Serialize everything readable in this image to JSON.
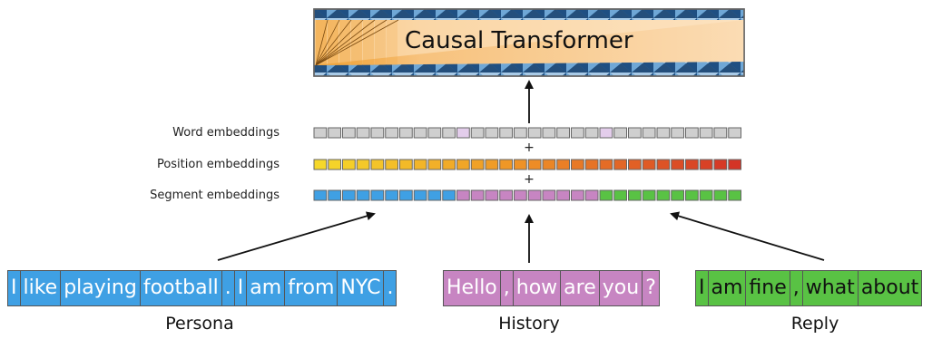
{
  "transformer": {
    "title": "Causal Transformer"
  },
  "embeddings": {
    "word": "Word embeddings",
    "position": "Position embeddings",
    "segment": "Segment embeddings",
    "plus": "+"
  },
  "groups": {
    "persona": {
      "label": "Persona",
      "tokens": [
        "I",
        "like",
        "playing",
        "football",
        ".",
        "I",
        "am",
        "from",
        "NYC",
        "."
      ]
    },
    "history": {
      "label": "History",
      "tokens": [
        "Hello",
        ",",
        "how",
        "are",
        "you",
        "?"
      ]
    },
    "reply": {
      "label": "Reply",
      "tokens": [
        "I",
        "am",
        "fine",
        ",",
        "what",
        "about"
      ]
    }
  },
  "colors": {
    "persona": "#3fa0e4",
    "history": "#c785c2",
    "reply": "#59c244",
    "word_cell": "#cfcfcf",
    "word_highlight": "#e3cdeb"
  }
}
